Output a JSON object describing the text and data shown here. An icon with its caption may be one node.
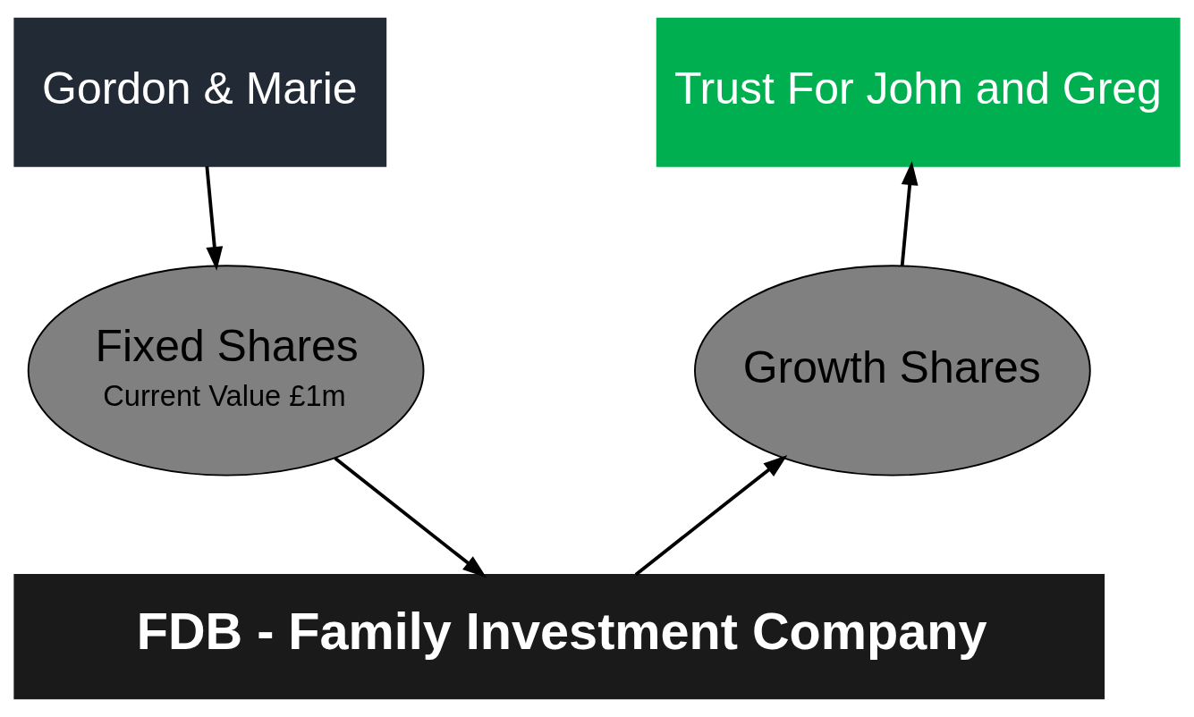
{
  "diagram": {
    "nodes": [
      {
        "text": [
          "Gordon & Marie"
        ]
      },
      {
        "text": [
          "Trust For John and Greg"
        ]
      },
      {
        "text": [
          "Fixed Shares",
          "Current Value £1m"
        ]
      },
      {
        "text": [
          "Growth Shares"
        ]
      },
      {
        "text": [
          "FDB - Family Investment Company"
        ]
      }
    ],
    "edges": [
      {
        "from": 0,
        "to": 2,
        "arrow": "to"
      },
      {
        "from": 2,
        "to": 4,
        "arrow": "to"
      },
      {
        "from": 4,
        "to": 3,
        "arrow": "to"
      },
      {
        "from": 3,
        "to": 1,
        "arrow": "to"
      }
    ]
  }
}
